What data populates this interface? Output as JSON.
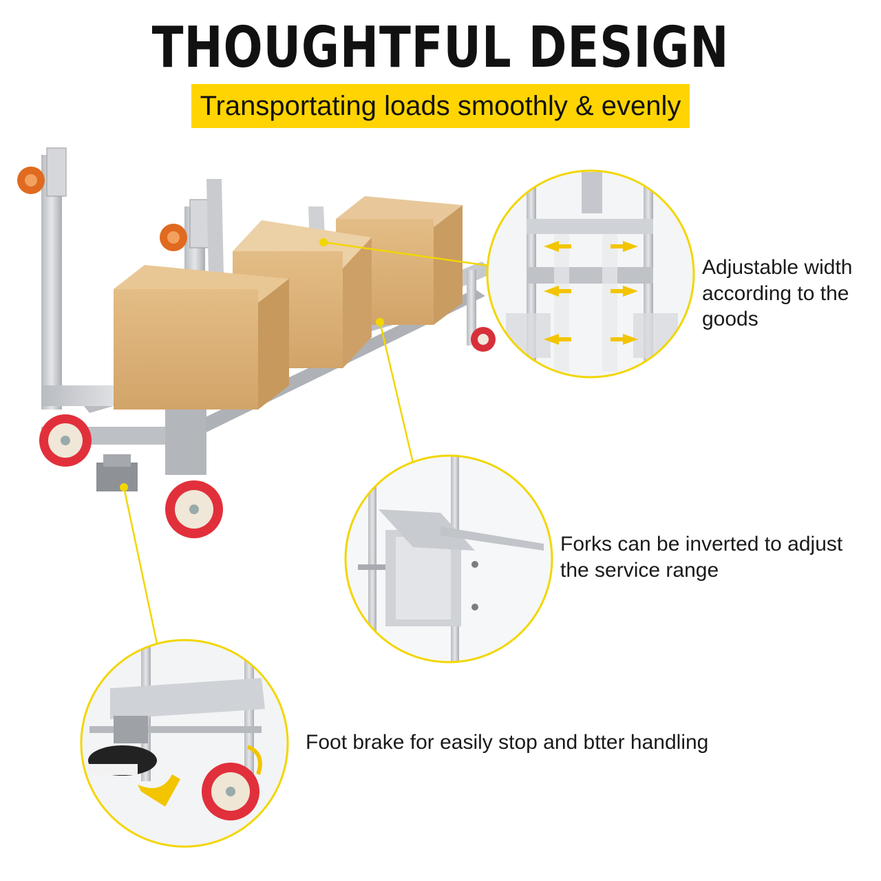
{
  "header": {
    "title": "THOUGHTFUL DESIGN",
    "subtitle": "Transportating loads smoothly & evenly"
  },
  "features": [
    {
      "caption": "Adjustable width according to the goods",
      "icon": "width-adjust-detail"
    },
    {
      "caption": "Forks can be inverted to adjust the service range",
      "icon": "fork-invert-detail"
    },
    {
      "caption": "Foot brake for easily stop and btter handling",
      "icon": "foot-brake-detail"
    }
  ],
  "colors": {
    "accent": "#ffd400",
    "frame": "#c9cbcf",
    "box": "#d9b07a",
    "wheel": "#e0303a"
  }
}
